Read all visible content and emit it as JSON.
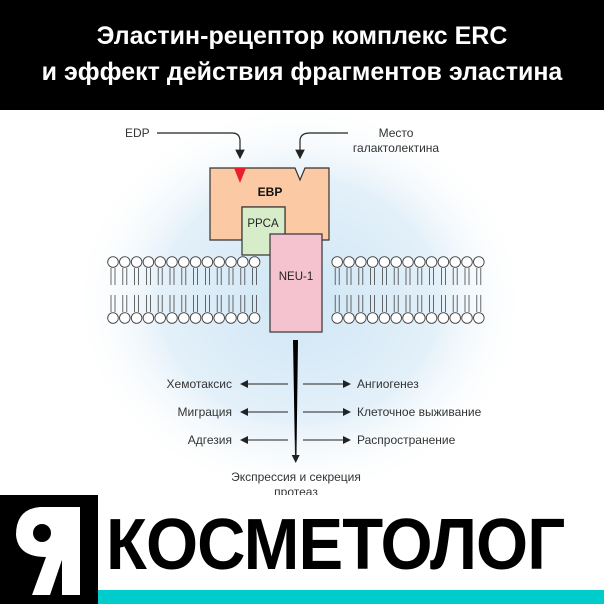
{
  "header": {
    "line1": "Эластин-рецептор комплекс ERC",
    "line2": "и эффект действия фрагментов эластина"
  },
  "diagram": {
    "edp": "EDP",
    "site_line1": "Место",
    "site_line2": "галактолектина",
    "ebp": "EBP",
    "ppca": "PPCA",
    "neu1": "NEU-1",
    "left": [
      "Хемотаксис",
      "Миграция",
      "Адгезия"
    ],
    "right": [
      "Ангиогенез",
      "Клеточное выживание",
      "Распространение"
    ],
    "bottom_line1": "Экспрессия и секреция",
    "bottom_line2": "протеаз"
  },
  "logo": {
    "mark": "Я",
    "text": "КОСМЕТОЛОГ"
  },
  "colors": {
    "ebp": "#fbc9a4",
    "ppca": "#d7ecc8",
    "neu1": "#f4c3cf",
    "teal": "#00cccc",
    "edp": "#e8202a"
  }
}
